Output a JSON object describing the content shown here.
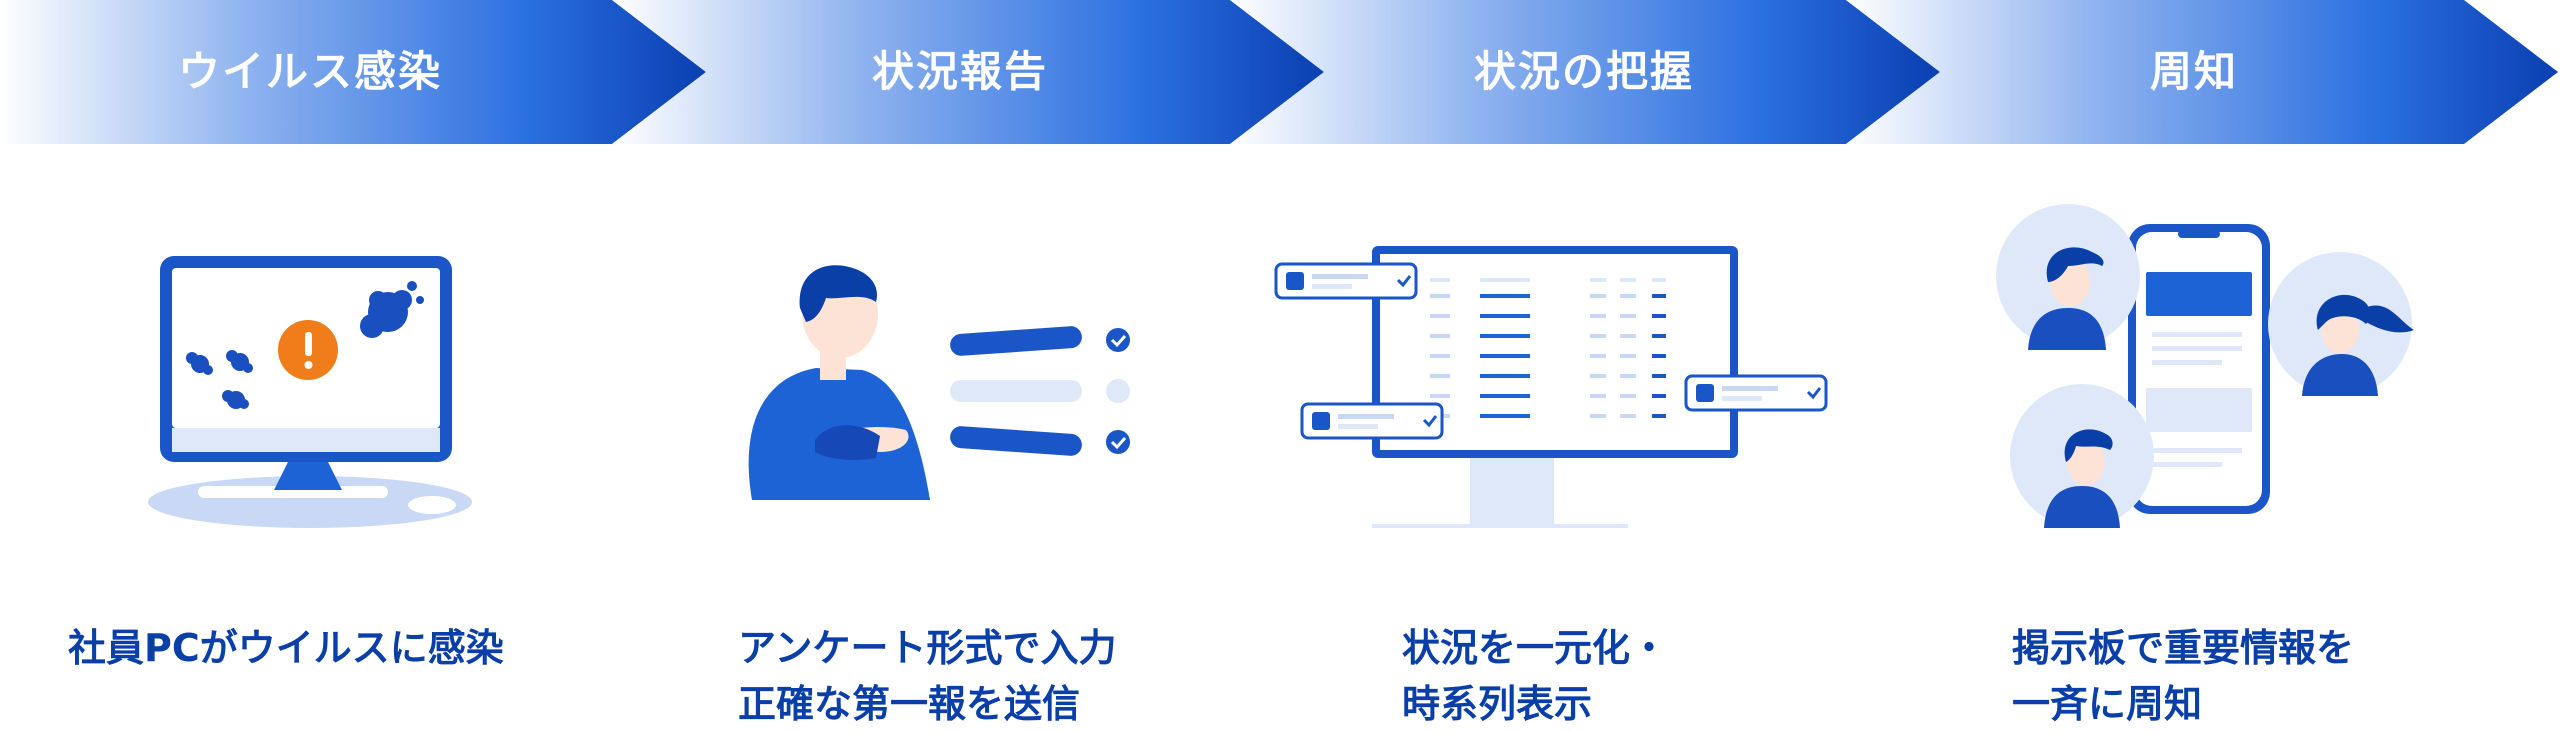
{
  "steps": [
    {
      "label": "ウイルス感染"
    },
    {
      "label": "状況報告"
    },
    {
      "label": "状況の把握"
    },
    {
      "label": "周知"
    }
  ],
  "captions": [
    {
      "lines": [
        "社員PCがウイルスに感染"
      ]
    },
    {
      "lines": [
        "アンケート形式で入力",
        "正確な第一報を送信"
      ]
    },
    {
      "lines": [
        "状況を一元化・",
        "時系列表示"
      ]
    },
    {
      "lines": [
        "掲示板で重要情報を",
        "一斉に周知"
      ]
    }
  ],
  "colors": {
    "primary": "#0a3fa8",
    "blue": "#1e63d6",
    "light": "#dfe8f9",
    "alert": "#f07d1a",
    "skin": "#fce3d6"
  },
  "icons": [
    "virus-infected-monitor-icon",
    "person-reporting-icon",
    "dashboard-monitor-icon",
    "smartphone-bulletin-icon"
  ]
}
